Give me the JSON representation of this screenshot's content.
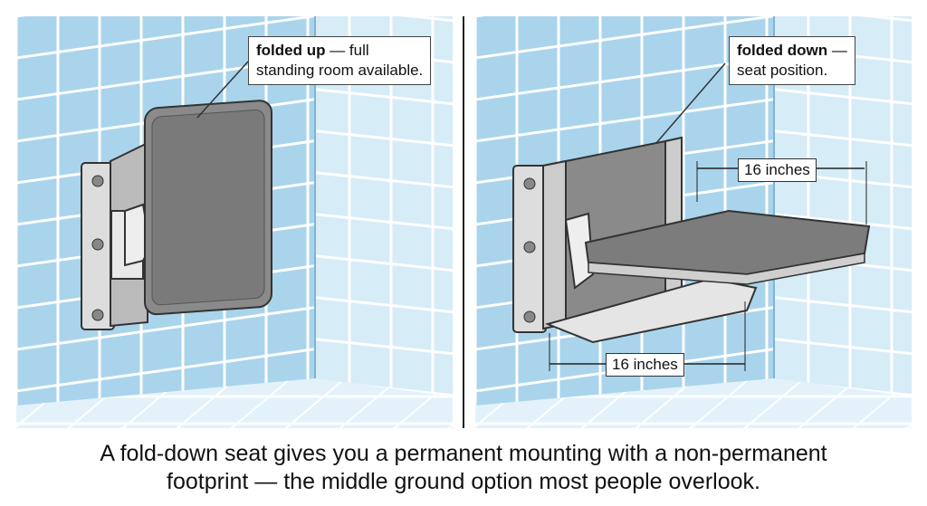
{
  "left_panel": {
    "callout_bold": "folded up",
    "callout_rest": " — full",
    "callout_line2": "standing room available."
  },
  "right_panel": {
    "callout_bold": "folded down",
    "callout_rest": " —",
    "callout_line2": "seat position.",
    "dimension_top": "16 inches",
    "dimension_bottom": "16 inches"
  },
  "caption": {
    "line1": "A fold-down seat gives you a permanent mounting with a non-permanent",
    "line2": "footprint — the middle ground option most people overlook."
  },
  "colors": {
    "tile": "#a9d4ec",
    "grout": "#ffffff",
    "seat": "#7a7a7a",
    "frame": "#d9d9d9"
  }
}
